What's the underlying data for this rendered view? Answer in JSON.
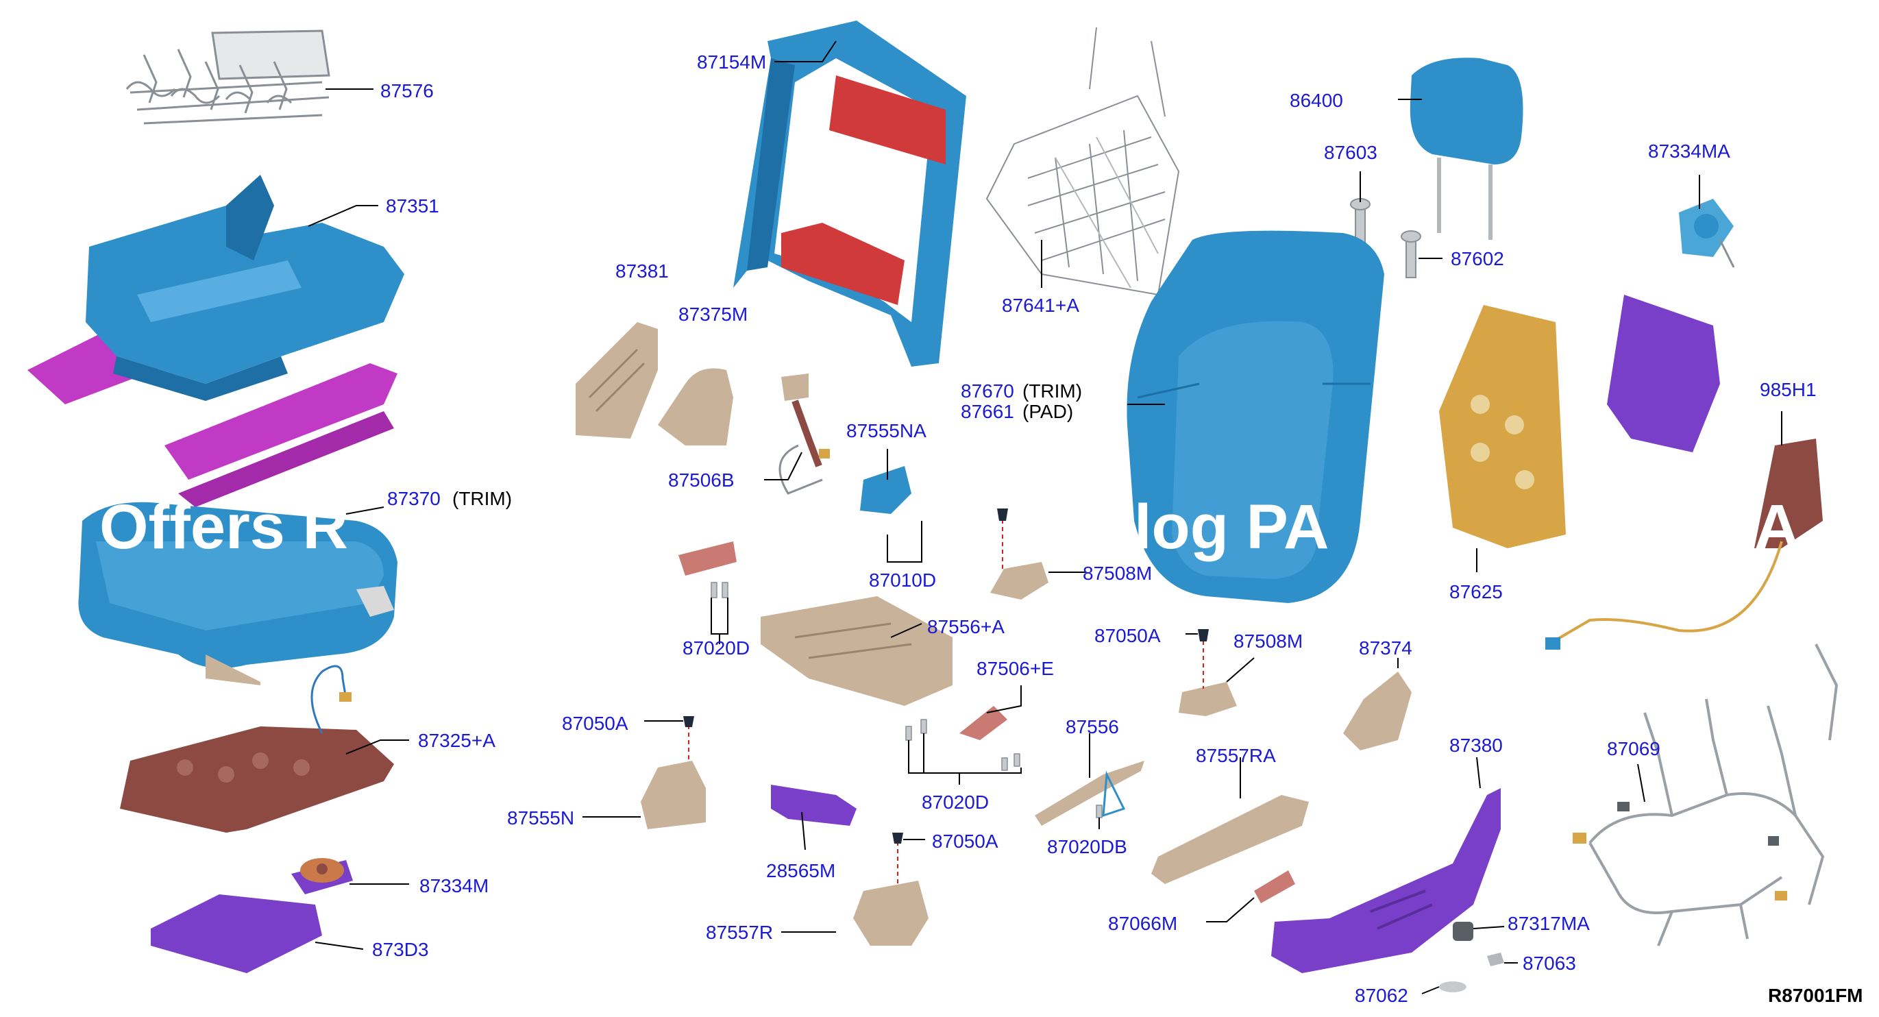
{
  "colors": {
    "frame_blue": "#2f90c9",
    "frame_red": "#d13a3a",
    "rail_magenta": "#c13ac6",
    "purple": "#7a3fc8",
    "tan": "#c9b29a",
    "brown": "#8c4a42",
    "amber": "#d8a546",
    "wire_gray": "#9aa0a6",
    "callout_blue": "#1a1ad6"
  },
  "parts": {
    "p87576": "87576",
    "p87351": "87351",
    "p87370": "87370",
    "p87370_note": "(TRIM)",
    "p87381": "87381",
    "p87375M": "87375M",
    "p87154M": "87154M",
    "p87641A": "87641+A",
    "p86400": "86400",
    "p87603": "87603",
    "p87602": "87602",
    "p87334MA": "87334MA",
    "p87670": "87670",
    "p87670_note": "(TRIM)",
    "p87661": "87661",
    "p87661_note": "(PAD)",
    "p985H1": "985H1",
    "p87506B": "87506B",
    "p87555NA": "87555NA",
    "p87010D": "87010D",
    "p87508M_a": "87508M",
    "p87020D_a": "87020D",
    "p87556A": "87556+A",
    "p87625": "87625",
    "p87050A_a": "87050A",
    "p87508M_b": "87508M",
    "p87374": "87374",
    "p87506E": "87506+E",
    "p87325A": "87325+A",
    "p87050A_b": "87050A",
    "p87555N": "87555N",
    "p87556": "87556",
    "p87557RA": "87557RA",
    "p87380": "87380",
    "p87069": "87069",
    "p87020D_b": "87020D",
    "p28565M": "28565M",
    "p87050A_c": "87050A",
    "p87020DB": "87020DB",
    "p87334M": "87334M",
    "p87066M": "87066M",
    "p87317MA": "87317MA",
    "p87557R": "87557R",
    "p873D3": "873D3",
    "p87063": "87063",
    "p87062": "87062"
  },
  "watermark": {
    "left": "Offers R",
    "middle": "log PA",
    "right": "A"
  },
  "reference_code": "R87001FM"
}
